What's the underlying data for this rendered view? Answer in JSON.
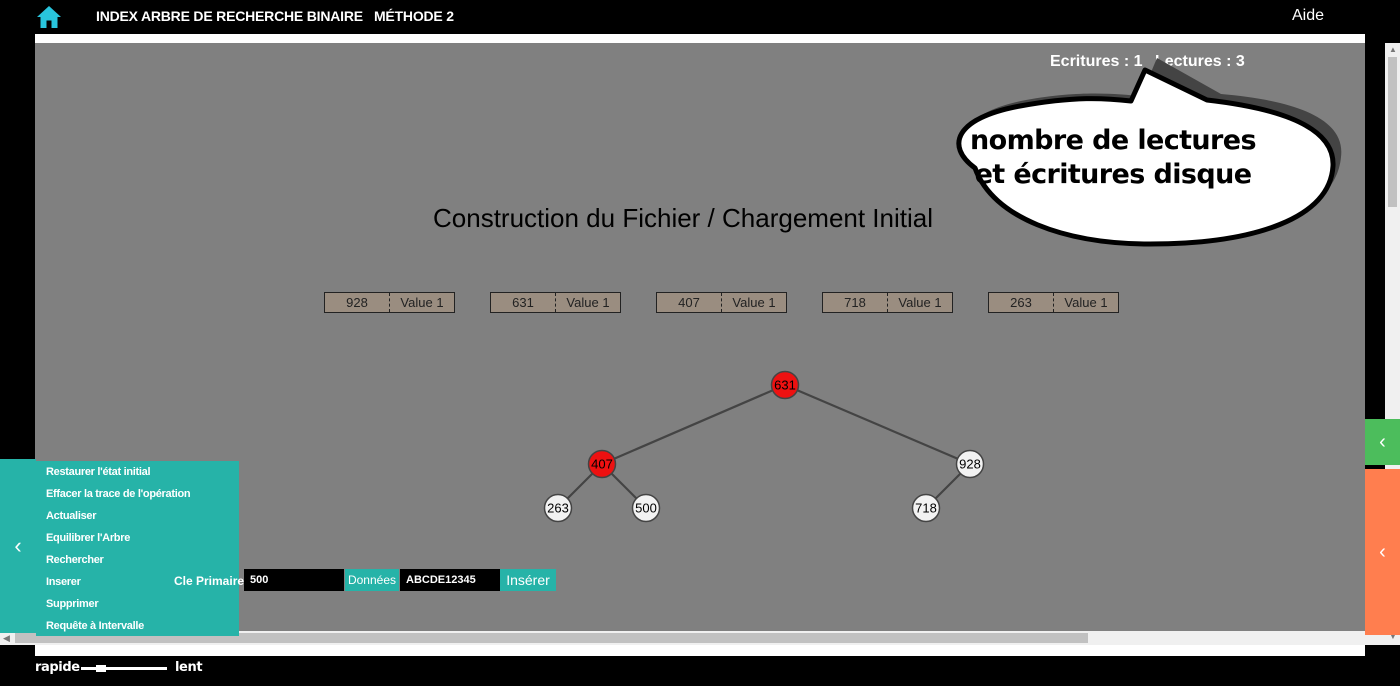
{
  "header": {
    "title": "INDEX ARBRE DE RECHERCHE BINAIRE   MÉTHODE 2",
    "help_label": "Aide",
    "home_icon": "home-icon",
    "accent_color": "#29c5dd"
  },
  "counters": {
    "writes": "Ecritures : 1",
    "reads": "Lectures : 3"
  },
  "annotation": {
    "line1": "nombre de lectures",
    "line2": "et écritures disque"
  },
  "main": {
    "heading": "Construction du Fichier / Chargement Initial",
    "records": [
      {
        "key": "928",
        "value": "Value 1"
      },
      {
        "key": "631",
        "value": "Value 1"
      },
      {
        "key": "407",
        "value": "Value 1"
      },
      {
        "key": "718",
        "value": "Value 1"
      },
      {
        "key": "263",
        "value": "Value 1"
      }
    ]
  },
  "tree": {
    "nodes": [
      {
        "key": "631",
        "highlighted": true
      },
      {
        "key": "407",
        "highlighted": true
      },
      {
        "key": "928",
        "highlighted": false
      },
      {
        "key": "263",
        "highlighted": false
      },
      {
        "key": "500",
        "highlighted": false
      },
      {
        "key": "718",
        "highlighted": false
      }
    ],
    "edges": [
      [
        "631",
        "407"
      ],
      [
        "631",
        "928"
      ],
      [
        "407",
        "263"
      ],
      [
        "407",
        "500"
      ],
      [
        "928",
        "718"
      ]
    ],
    "highlight_color": "#ee1111",
    "node_color": "#f2f2f2"
  },
  "menu": {
    "items": [
      "Restaurer l'état initial",
      "Effacer la trace de l'opération",
      "Actualiser",
      "Equilibrer l'Arbre",
      "Rechercher",
      "Inserer",
      "Supprimer",
      "Requête à Intervalle"
    ],
    "left_tab_icon": "chevron-left-icon",
    "panel_color": "#26b3a8"
  },
  "insert_form": {
    "pk_label": "Cle Primaire",
    "pk_value": "500",
    "data_label": "Données",
    "data_value": "ABCDE12345",
    "submit_label": "Insérer"
  },
  "right_tabs": {
    "green_color": "#4cbd5c",
    "orange_color": "#ff7e4f",
    "icon": "chevron-left-icon"
  },
  "speed": {
    "fast_label": "rapide",
    "slow_label": "lent",
    "level": 0.2
  }
}
